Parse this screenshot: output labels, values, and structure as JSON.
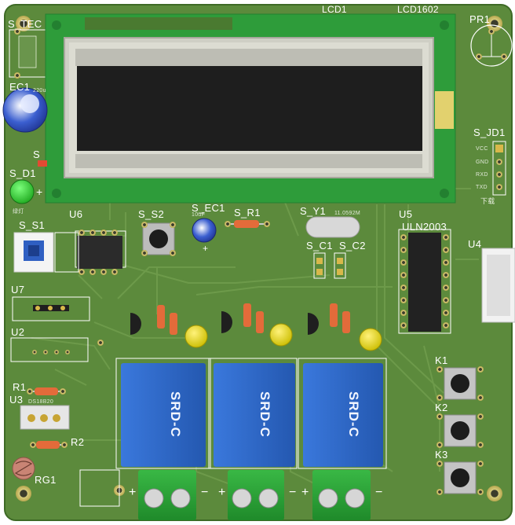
{
  "colors": {
    "board": "#5c8a3c",
    "board_edge": "#4a7530",
    "trace": "#6f9c4c",
    "lcd_frame": "#dcdcd2",
    "lcd_screen": "#1e1e1e",
    "relay": "#2f68c8",
    "terminal": "#2fa83a",
    "led_green": "#2ccf2c",
    "led_yellow": "#e4d800",
    "header_gold": "#d8b84a"
  },
  "labels": {
    "s_tec": "S_TEC",
    "lcd1": "LCD1",
    "lcd1602": "LCD1602",
    "pr1": "PR1",
    "ec1": "EC1",
    "ec1_val": "220u",
    "s_jd1": "S_JD1",
    "jd_vcc": "VCC",
    "jd_gnd": "GND",
    "jd_rxd": "RXD",
    "jd_txd": "TXD",
    "download": "下载",
    "s_d1": "S_D1",
    "s_d1_sub": "绿灯",
    "s_small": "S",
    "u6": "U6",
    "s_s2": "S_S2",
    "s_ec1": "S_EC1",
    "s_ec1_val": "10uF",
    "s_r1": "S_R1",
    "s_y1": "S_Y1",
    "y1_val": "11.0592M",
    "u5": "U5",
    "uln": "ULN2003",
    "s_s1": "S_S1",
    "s_c1": "S_C1",
    "s_c2": "S_C2",
    "u4": "U4",
    "u7": "U7",
    "u2": "U2",
    "r1": "R1",
    "u3": "U3",
    "u3_val": "DS18B20",
    "r2": "R2",
    "rg1": "RG1",
    "k1": "K1",
    "k2": "K2",
    "k3": "K3",
    "srd": "SRD-C",
    "plus": "+",
    "minus": "−"
  }
}
